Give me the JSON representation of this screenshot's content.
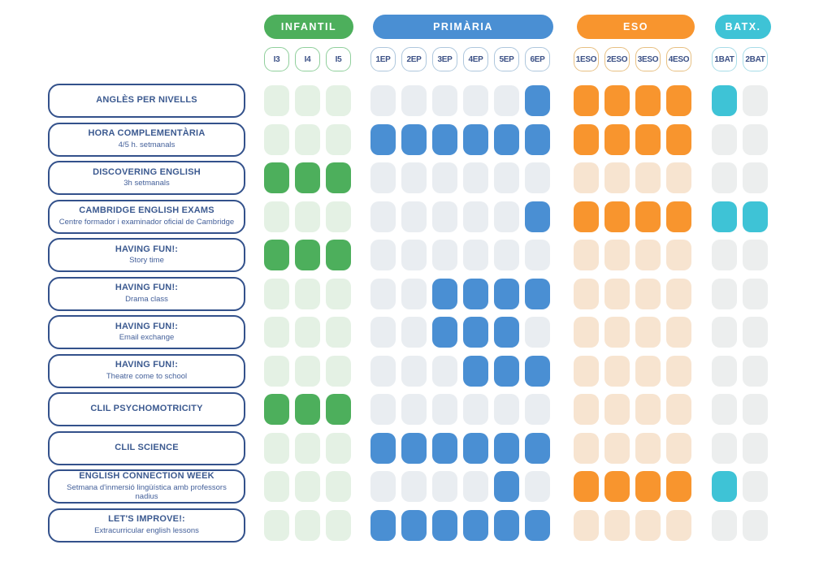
{
  "title": "English programs by school stage matrix",
  "groups": [
    {
      "id": "infantil",
      "label": "INFANTIL",
      "color": "#4daf5c",
      "inactive_color": "#e4f1e4",
      "chip_border": "#90cf9c",
      "columns": [
        "I3",
        "I4",
        "I5"
      ]
    },
    {
      "id": "primaria",
      "label": "PRIMÀRIA",
      "color": "#4a8fd3",
      "inactive_color": "#e9edf1",
      "chip_border": "#aec7dd",
      "columns": [
        "1EP",
        "2EP",
        "3EP",
        "4EP",
        "5EP",
        "6EP"
      ]
    },
    {
      "id": "eso",
      "label": "ESO",
      "color": "#f8952e",
      "inactive_color": "#f7e4d0",
      "chip_border": "#e7c083",
      "columns": [
        "1ESO",
        "2ESO",
        "3ESO",
        "4ESO"
      ]
    },
    {
      "id": "batx",
      "label": "BATX.",
      "color": "#3ec3d6",
      "inactive_color": "#eceeee",
      "chip_border": "#a7dce8",
      "columns": [
        "1BAT",
        "2BAT"
      ]
    }
  ],
  "label_border_color": "#33518b",
  "label_text_color": "#3c5a90",
  "programs": [
    {
      "title": "ANGLÈS PER NIVELLS",
      "subtitle": "",
      "cells": {
        "infantil": [
          0,
          0,
          0
        ],
        "primaria": [
          0,
          0,
          0,
          0,
          0,
          1
        ],
        "eso": [
          1,
          1,
          1,
          1
        ],
        "batx": [
          1,
          0
        ]
      }
    },
    {
      "title": "HORA COMPLEMENTÀRIA",
      "subtitle": "4/5 h. setmanals",
      "cells": {
        "infantil": [
          0,
          0,
          0
        ],
        "primaria": [
          1,
          1,
          1,
          1,
          1,
          1
        ],
        "eso": [
          1,
          1,
          1,
          1
        ],
        "batx": [
          0,
          0
        ]
      }
    },
    {
      "title": "DISCOVERING ENGLISH",
      "subtitle": "3h setmanals",
      "cells": {
        "infantil": [
          1,
          1,
          1
        ],
        "primaria": [
          0,
          0,
          0,
          0,
          0,
          0
        ],
        "eso": [
          0,
          0,
          0,
          0
        ],
        "batx": [
          0,
          0
        ]
      }
    },
    {
      "title": "CAMBRIDGE ENGLISH EXAMS",
      "subtitle": "Centre formador i examinador oficial de Cambridge",
      "cells": {
        "infantil": [
          0,
          0,
          0
        ],
        "primaria": [
          0,
          0,
          0,
          0,
          0,
          1
        ],
        "eso": [
          1,
          1,
          1,
          1
        ],
        "batx": [
          1,
          1
        ]
      }
    },
    {
      "title": "HAVING FUN!:",
      "subtitle": "Story time",
      "cells": {
        "infantil": [
          1,
          1,
          1
        ],
        "primaria": [
          0,
          0,
          0,
          0,
          0,
          0
        ],
        "eso": [
          0,
          0,
          0,
          0
        ],
        "batx": [
          0,
          0
        ]
      }
    },
    {
      "title": "HAVING FUN!:",
      "subtitle": "Drama class",
      "cells": {
        "infantil": [
          0,
          0,
          0
        ],
        "primaria": [
          0,
          0,
          1,
          1,
          1,
          1
        ],
        "eso": [
          0,
          0,
          0,
          0
        ],
        "batx": [
          0,
          0
        ]
      }
    },
    {
      "title": "HAVING FUN!:",
      "subtitle": "Email exchange",
      "cells": {
        "infantil": [
          0,
          0,
          0
        ],
        "primaria": [
          0,
          0,
          1,
          1,
          1,
          0
        ],
        "eso": [
          0,
          0,
          0,
          0
        ],
        "batx": [
          0,
          0
        ]
      }
    },
    {
      "title": "HAVING FUN!:",
      "subtitle": "Theatre come to school",
      "cells": {
        "infantil": [
          0,
          0,
          0
        ],
        "primaria": [
          0,
          0,
          0,
          1,
          1,
          1
        ],
        "eso": [
          0,
          0,
          0,
          0
        ],
        "batx": [
          0,
          0
        ]
      }
    },
    {
      "title": "CLIL PSYCHOMOTRICITY",
      "subtitle": "",
      "cells": {
        "infantil": [
          1,
          1,
          1
        ],
        "primaria": [
          0,
          0,
          0,
          0,
          0,
          0
        ],
        "eso": [
          0,
          0,
          0,
          0
        ],
        "batx": [
          0,
          0
        ]
      }
    },
    {
      "title": "CLIL SCIENCE",
      "subtitle": "",
      "cells": {
        "infantil": [
          0,
          0,
          0
        ],
        "primaria": [
          1,
          1,
          1,
          1,
          1,
          1
        ],
        "eso": [
          0,
          0,
          0,
          0
        ],
        "batx": [
          0,
          0
        ]
      }
    },
    {
      "title": "ENGLISH CONNECTION WEEK",
      "subtitle": "Setmana d'inmersió lingüística amb professors nadius",
      "cells": {
        "infantil": [
          0,
          0,
          0
        ],
        "primaria": [
          0,
          0,
          0,
          0,
          1,
          0
        ],
        "eso": [
          1,
          1,
          1,
          1
        ],
        "batx": [
          1,
          0
        ]
      }
    },
    {
      "title": "LET'S IMPROVE!:",
      "subtitle": "Extracurricular english lessons",
      "cells": {
        "infantil": [
          0,
          0,
          0
        ],
        "primaria": [
          1,
          1,
          1,
          1,
          1,
          1
        ],
        "eso": [
          0,
          0,
          0,
          0
        ],
        "batx": [
          0,
          0
        ]
      }
    }
  ]
}
